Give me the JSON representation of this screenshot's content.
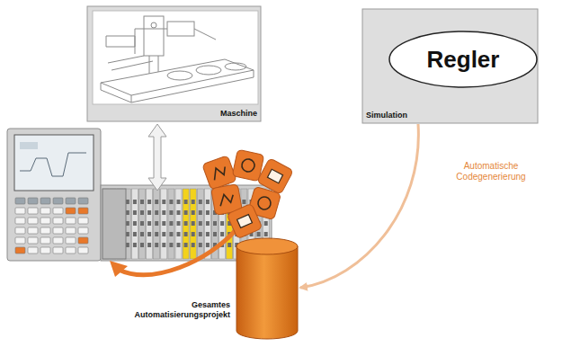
{
  "diagram": {
    "nodes": [
      {
        "text": [
          "Maschine"
        ]
      },
      {
        "text": [
          "Simulation"
        ]
      },
      {
        "text": [
          "Regler"
        ],
        "in": 1
      },
      {
        "text": [
          "Gesamtes Automatisierungsprojekt"
        ]
      }
    ],
    "edges": [
      {
        "from": 1,
        "to": 3,
        "label": "Automatische Codegenerierung",
        "arrow": "to"
      }
    ]
  }
}
